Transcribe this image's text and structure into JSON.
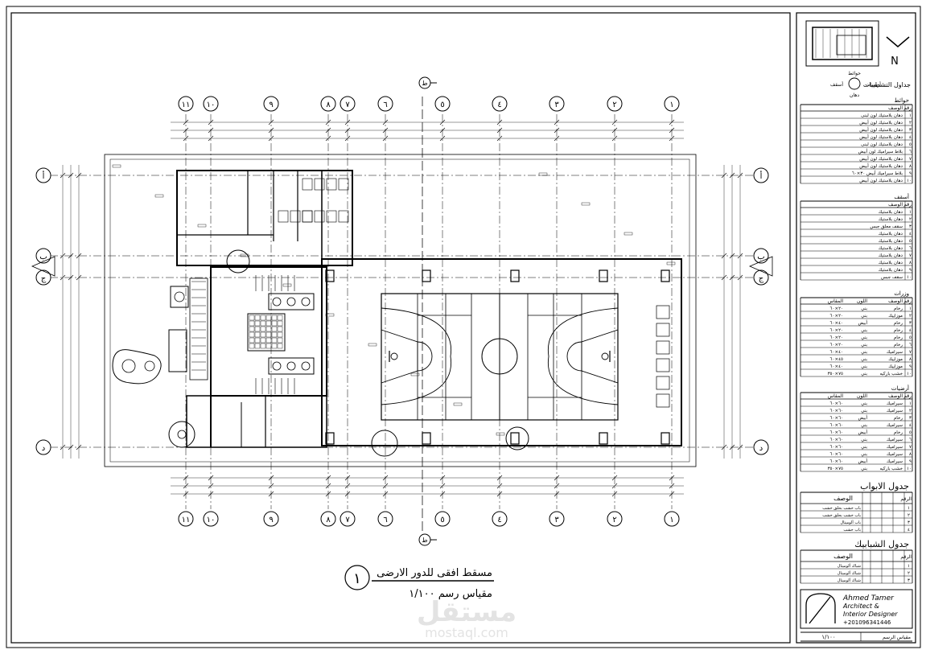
{
  "drawing": {
    "title": "مسقط افقى للدور الارضى",
    "scale_label": "مقياس رسم ١/١٠٠",
    "number": "١"
  },
  "grid": {
    "vertical_left_to_right": [
      "١١",
      "١٠",
      "٩",
      "٨",
      "٧",
      "٦",
      "٥",
      "٤",
      "٣",
      "٢",
      "١"
    ],
    "horizontal_top_to_bottom": [
      "أ",
      "ب",
      "ج",
      "د"
    ]
  },
  "section_markers": [
    "ط",
    "ط"
  ],
  "watermark": {
    "arabic": "مستقل",
    "latin": "mostaql.com"
  },
  "title_block": {
    "north": "N",
    "finishes_title": "جداول التشطيبات",
    "finishes_legend": [
      "حوائط",
      "أسقف",
      "أرضيات",
      "دهان"
    ],
    "walls": {
      "heading": "حوائط",
      "columns": [
        "رقم",
        "الوصف"
      ],
      "rows": [
        [
          "١",
          "دهان بلاستيك لون لبنى"
        ],
        [
          "٢",
          "دهان بلاستيك لون أبيض"
        ],
        [
          "٣",
          "دهان بلاستيك لون أبيض"
        ],
        [
          "٤",
          "دهان بلاستيك لون أبيض"
        ],
        [
          "٥",
          "دهان بلاستيك لون لبنى"
        ],
        [
          "٦",
          "بلاط سيراميك لون أبيض"
        ],
        [
          "٧",
          "دهان بلاستيك لون أبيض"
        ],
        [
          "٨",
          "دهان بلاستيك لون أبيض"
        ],
        [
          "٩",
          "بلاط سيراميك أبيض ٣٠×٦٠"
        ],
        [
          "١٠",
          "دهان بلاستيك لون أبيض"
        ]
      ]
    },
    "ceilings": {
      "heading": "أسقف",
      "columns": [
        "رقم",
        "الوصف"
      ],
      "rows": [
        [
          "١",
          "دهان بلاستيك"
        ],
        [
          "٢",
          "دهان بلاستيك"
        ],
        [
          "٣",
          "سقف معلق جبس"
        ],
        [
          "٤",
          "دهان بلاستيك"
        ],
        [
          "٥",
          "دهان بلاستيك"
        ],
        [
          "٦",
          "دهان بلاستيك"
        ],
        [
          "٧",
          "دهان بلاستيك"
        ],
        [
          "٨",
          "دهان بلاستيك"
        ],
        [
          "٩",
          "دهان بلاستيك"
        ],
        [
          "١٠",
          "سقف جبس"
        ]
      ]
    },
    "doors_finish": {
      "heading": "وزرات",
      "columns": [
        "رقم",
        "الوصف",
        "اللون",
        "المقاس"
      ],
      "rows": [
        [
          "١",
          "رخام",
          "بني",
          "٢٠×٦٠"
        ],
        [
          "٢",
          "موزاييك",
          "بني",
          "٢٠×٦٠"
        ],
        [
          "٣",
          "رخام",
          "أبيض",
          "٤٠×٦٠"
        ],
        [
          "٤",
          "رخام",
          "بني",
          "٢٠×٦٠"
        ],
        [
          "٥",
          "رخام",
          "بني",
          "٢٠×٦٠"
        ],
        [
          "٦",
          "رخام",
          "بني",
          "٢٠×٦٠"
        ],
        [
          "٧",
          "سيراميك",
          "بني",
          "٤٠×٦٠"
        ],
        [
          "٨",
          "موزاييك",
          "بني",
          "٤٥×٦٠"
        ],
        [
          "٩",
          "موزاييك",
          "بني",
          "٤٠×٦٠"
        ],
        [
          "١٠",
          "خشب باركيه",
          "بني",
          "٧٥×٣٥٠"
        ]
      ]
    },
    "floors": {
      "heading": "أرضيات",
      "columns": [
        "رقم",
        "الوصف",
        "اللون",
        "المقاس"
      ],
      "rows": [
        [
          "١",
          "سيراميك",
          "بني",
          "٦٠×٦٠"
        ],
        [
          "٢",
          "سيراميك",
          "بني",
          "٦٠×٦٠"
        ],
        [
          "٣",
          "رخام",
          "أبيض",
          "٦٠×٦٠"
        ],
        [
          "٤",
          "سيراميك",
          "بني",
          "٦٠×٦٠"
        ],
        [
          "٥",
          "رخام",
          "أبيض",
          "٦٠×٦٠"
        ],
        [
          "٦",
          "سيراميك",
          "بني",
          "٦٠×٦٠"
        ],
        [
          "٧",
          "سيراميك",
          "بني",
          "٦٠×٦٠"
        ],
        [
          "٨",
          "سيراميك",
          "بني",
          "٦٠×٦٠"
        ],
        [
          "٩",
          "سيراميك",
          "أبيض",
          "٦٠×٦٠"
        ],
        [
          "١٠",
          "خشب باركيه",
          "بني",
          "٧٥×٣٥٠"
        ]
      ]
    },
    "doors_schedule": {
      "heading": "جدول الابواب",
      "columns": [
        "الرقم",
        "الوصف"
      ],
      "rows": [
        [
          "١",
          "باب خشب بحلق خشب"
        ],
        [
          "٢",
          "باب خشب بحلق خشب"
        ],
        [
          "٣",
          "باب ألوميتال"
        ],
        [
          "٤",
          "باب خشب"
        ]
      ]
    },
    "windows_schedule": {
      "heading": "جدول الشبابيك",
      "columns": [
        "الرقم",
        "الوصف"
      ],
      "rows": [
        [
          "١",
          "شباك ألوميتال"
        ],
        [
          "٢",
          "شباك ألوميتال"
        ],
        [
          "٣",
          "شباك ألوميتال"
        ]
      ]
    },
    "designer": {
      "name": "Ahmed Tamer",
      "role_line1": "Architect &",
      "role_line2": "Interior Designer",
      "phone": "+201096341446"
    },
    "footer": {
      "label": "مقياس الرسم",
      "value": "١/١٠٠"
    }
  }
}
